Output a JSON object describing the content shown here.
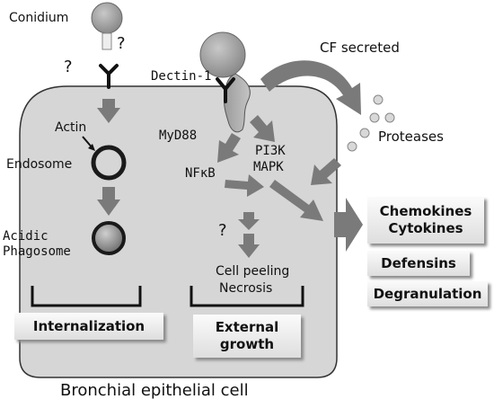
{
  "labels": {
    "conidium": "Conidium",
    "question_top_right": "?",
    "question_top_left": "?",
    "dectin": "Dectin-1",
    "cf_secreted": "CF secreted",
    "actin": "Actin",
    "myd88": "MyD88",
    "pi3k": "PI3K",
    "mapk": "MAPK",
    "proteases": "Proteases",
    "endosome": "Endosome",
    "nfkb": "NFκB",
    "question_mid": "?",
    "acidic": "Acidic",
    "phagosome": "Phagosome",
    "cell_peeling": "Cell peeling",
    "necrosis": "Necrosis",
    "cell_caption": "Bronchial epithelial cell"
  },
  "boxes": {
    "internalization": "Internalization",
    "external_growth_line1": "External",
    "external_growth_line2": "growth",
    "chemokines": "Chemokines",
    "cytokines": "Cytokines",
    "defensins": "Defensins",
    "degranulation": "Degranulation"
  },
  "colors": {
    "cell_fill": "#d6d6d6",
    "arrow_fill": "#7a7a7a",
    "conidium_fill": "#9a9a9a",
    "vesicle_ring": "#1a1a1a"
  }
}
